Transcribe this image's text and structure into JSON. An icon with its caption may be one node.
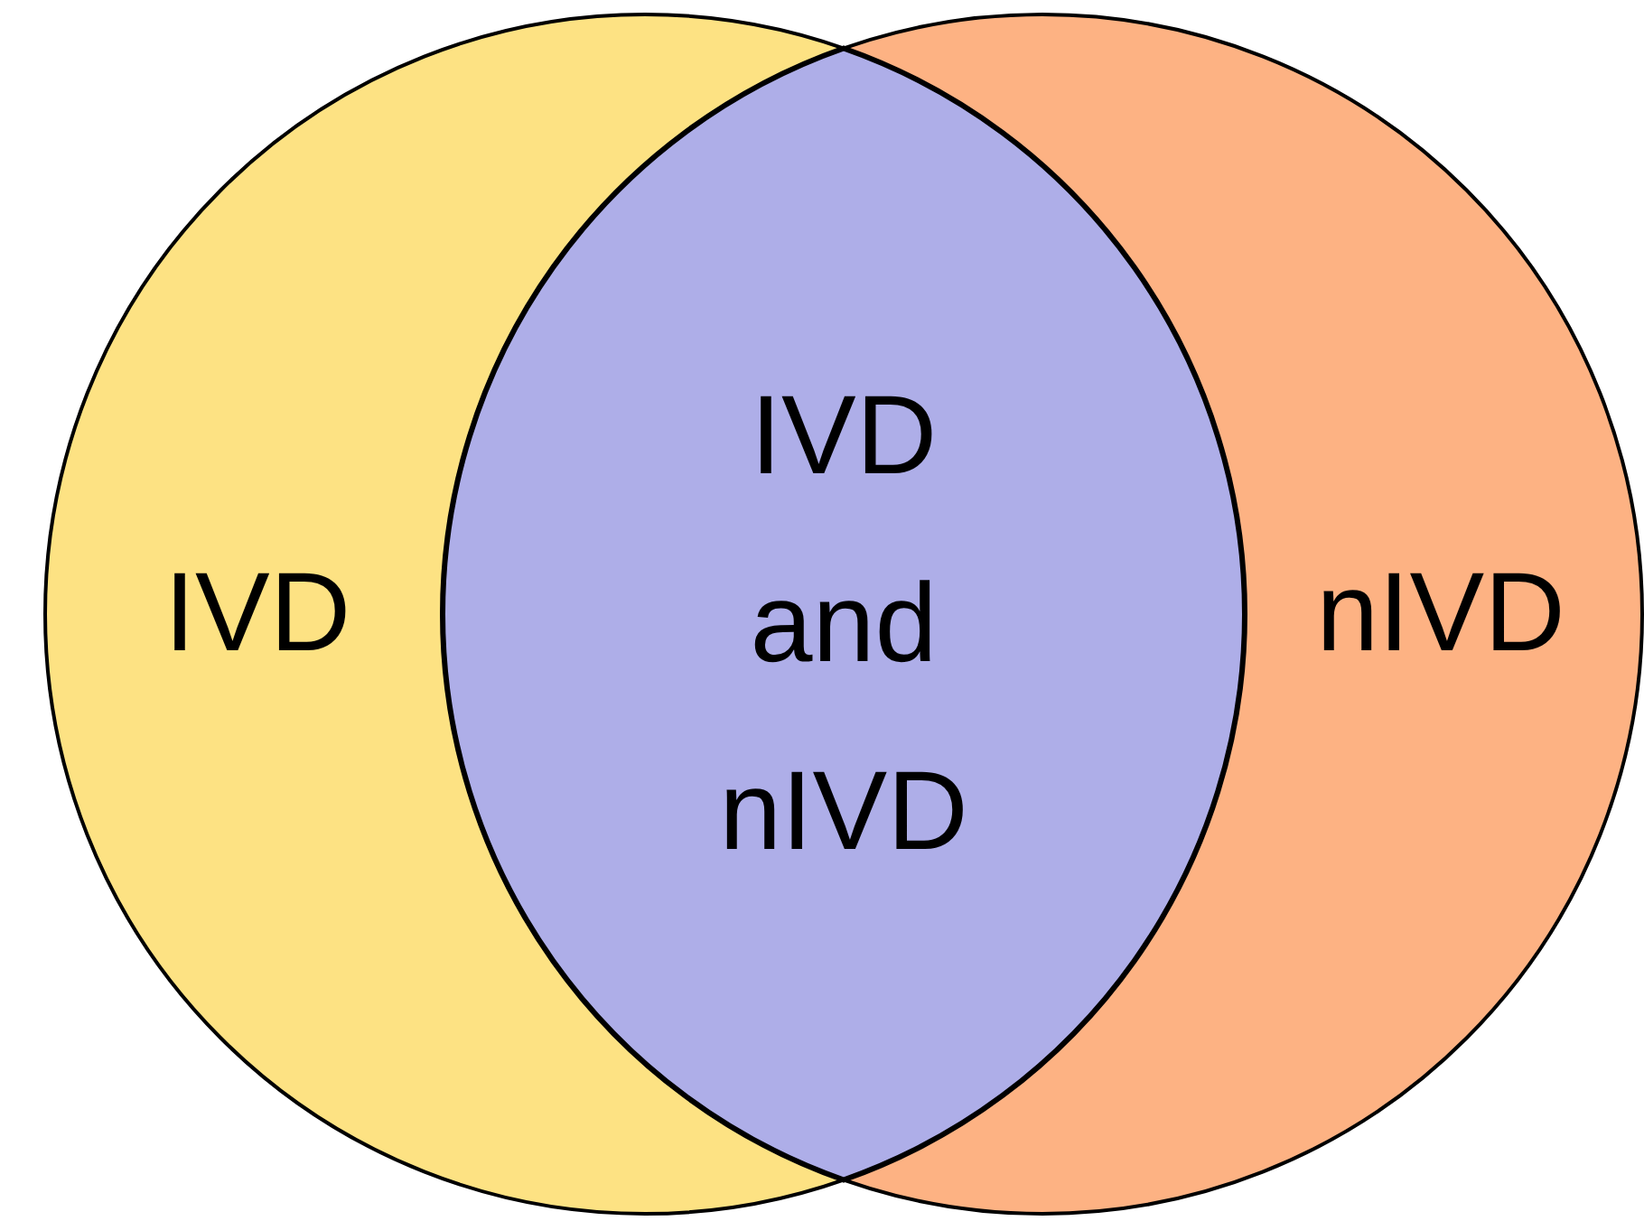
{
  "diagram": {
    "nodes": [
      {
        "text": [
          "IVD"
        ]
      },
      {
        "text": [
          "IVD and nIVD"
        ]
      },
      {
        "text": [
          "nIVD"
        ]
      }
    ]
  }
}
